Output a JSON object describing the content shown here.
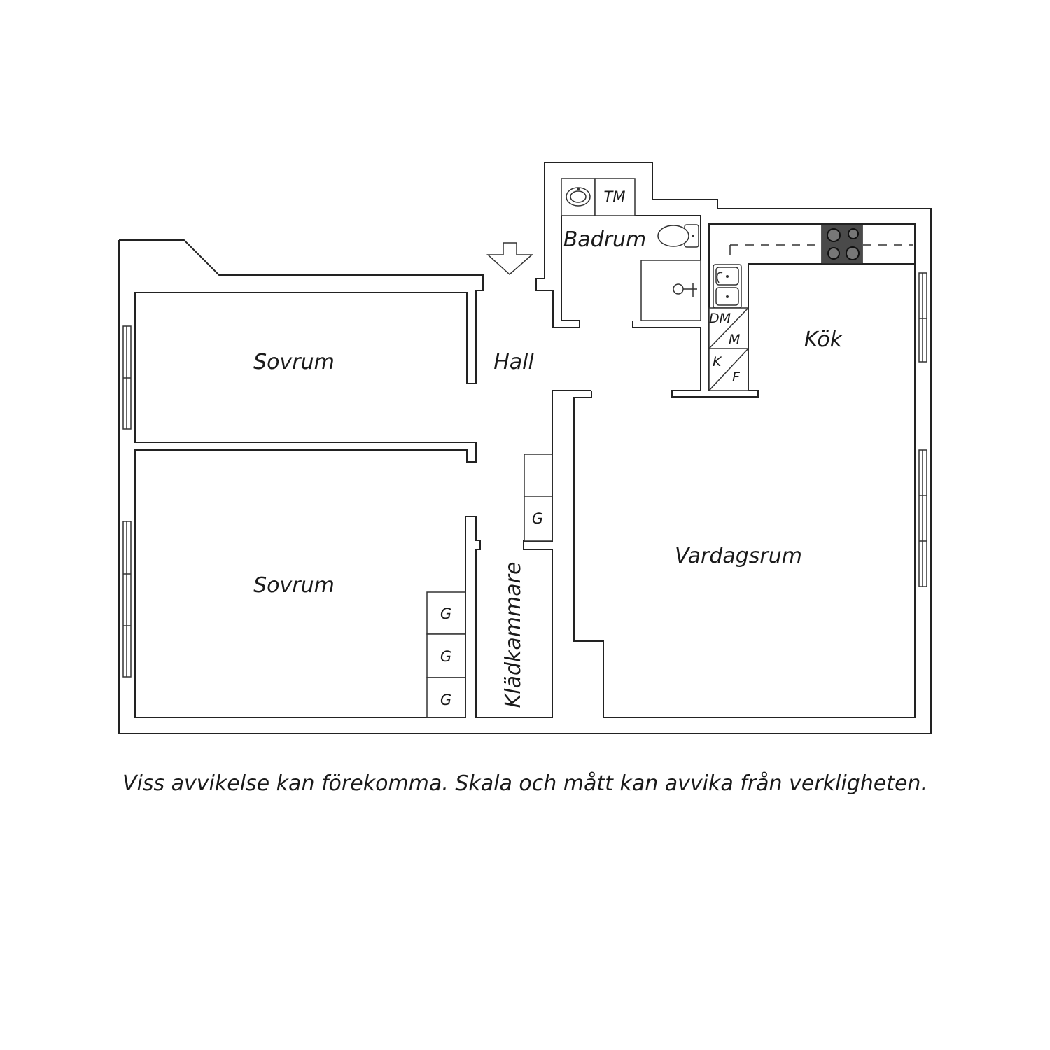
{
  "rooms": {
    "bedroom_top": "Sovrum",
    "bedroom_bottom": "Sovrum",
    "hall": "Hall",
    "bathroom": "Badrum",
    "kitchen": "Kök",
    "living_room": "Vardagsrum",
    "closet": "Klädkammare"
  },
  "fixtures": {
    "washing_machine": "TM",
    "dishwasher": "DM",
    "microwave": "M",
    "fridge": "K",
    "freezer": "F",
    "wardrobe_hall": "G",
    "wardrobe_bedroom_1": "G",
    "wardrobe_bedroom_2": "G",
    "wardrobe_bedroom_3": "G"
  },
  "disclaimer": "Viss avvikelse kan förekomma. Skala och mått kan avvika från verkligheten."
}
